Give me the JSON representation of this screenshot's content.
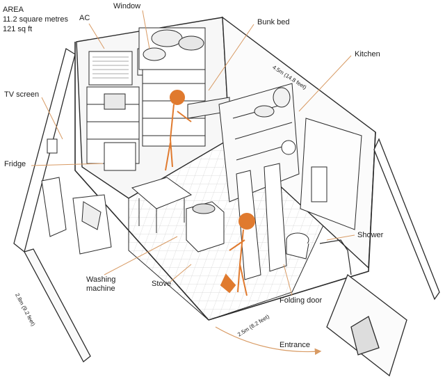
{
  "area": {
    "heading": "AREA",
    "metric": "11.2 square metres",
    "imperial": "121 sq ft"
  },
  "labels": {
    "ac": "AC",
    "window": "Window",
    "bunk_bed": "Bunk bed",
    "kitchen": "Kitchen",
    "tv_screen": "TV screen",
    "fridge": "Fridge",
    "shower": "Shower",
    "washing_machine_1": "Washing",
    "washing_machine_2": "machine",
    "stove": "Stove",
    "folding_door": "Folding door",
    "entrance": "Entrance"
  },
  "dimensions": {
    "length": "4.5m (14.8 feet)",
    "width": "2.5m (8.2 feet)",
    "height": "2.8m (9.2 feet)"
  },
  "colors": {
    "line": "#2a2a2a",
    "accent": "#e07a2e",
    "arrow": "#d89a63"
  }
}
